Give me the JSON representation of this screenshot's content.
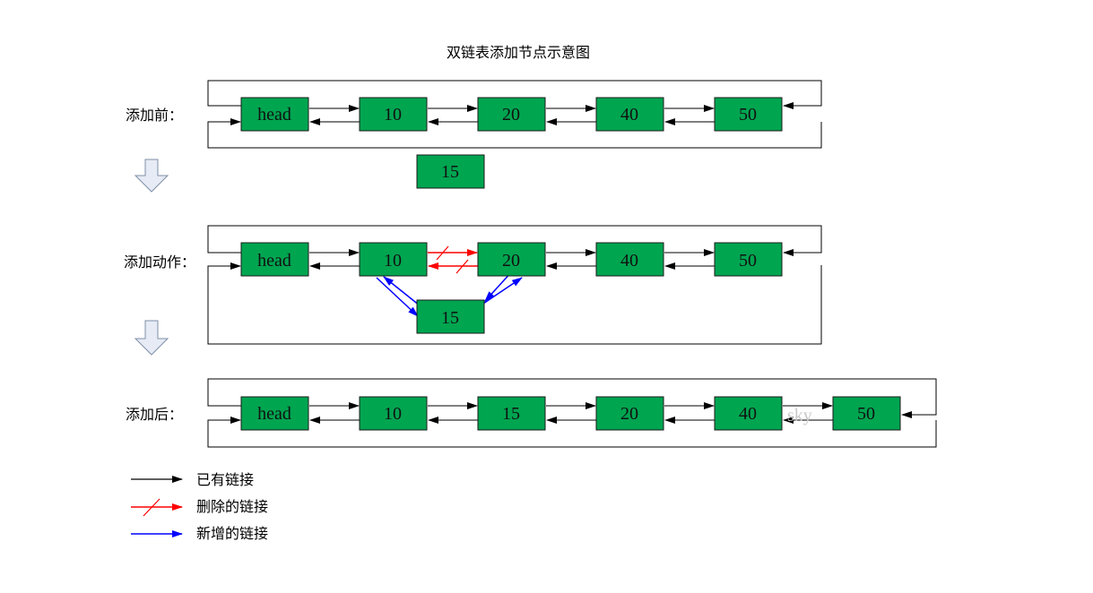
{
  "title": "双链表添加节点示意图",
  "colors": {
    "node_fill": "#00a550",
    "existing_link": "#000000",
    "deleted_link": "#ff0000",
    "new_link": "#0000ff",
    "down_arrow_fill": "#e6ebf5",
    "down_arrow_stroke": "#7f8fa8"
  },
  "rows": [
    {
      "label": "添加前：",
      "nodes": [
        "head",
        "10",
        "20",
        "40",
        "50"
      ],
      "pending_node": "15"
    },
    {
      "label": "添加动作：",
      "nodes": [
        "head",
        "10",
        "20",
        "40",
        "50"
      ],
      "inserted_node": "15",
      "deleted_link_between": [
        "10",
        "20"
      ]
    },
    {
      "label": "添加后：",
      "nodes": [
        "head",
        "10",
        "15",
        "20",
        "40",
        "50"
      ],
      "watermark": "sky"
    }
  ],
  "legend": [
    {
      "label": "已有链接",
      "style": "existing"
    },
    {
      "label": "删除的链接",
      "style": "deleted"
    },
    {
      "label": "新增的链接",
      "style": "new"
    }
  ]
}
